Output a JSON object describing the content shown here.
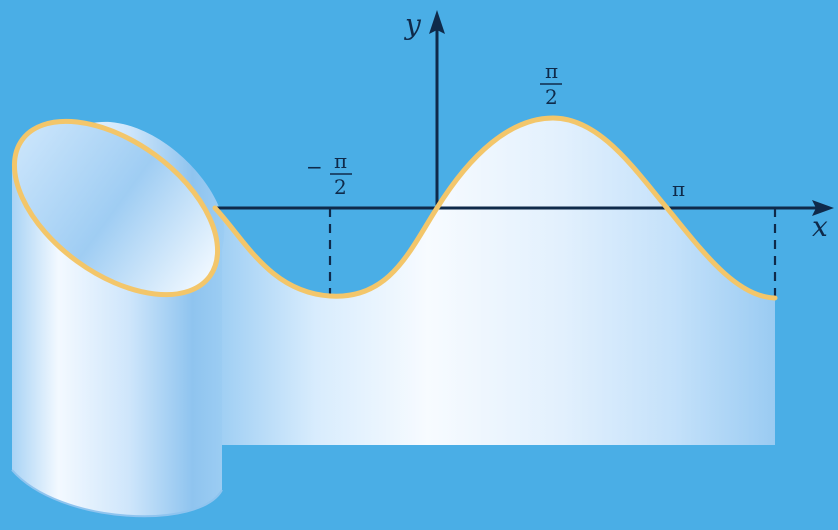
{
  "diagram": {
    "axes": {
      "x_label": "x",
      "y_label": "y"
    },
    "ticks": {
      "neg_half_pi": {
        "sign": "−",
        "numerator": "π",
        "denominator": "2"
      },
      "half_pi": {
        "numerator": "π",
        "denominator": "2"
      },
      "pi": "π"
    },
    "colors": {
      "background": "#4aaee6",
      "curve": "#f3c66a",
      "axes": "#0f2a4a",
      "surface_light": "#f4faff",
      "surface_mid": "#bfe0fb",
      "surface_dark": "#8fc6f0"
    }
  }
}
